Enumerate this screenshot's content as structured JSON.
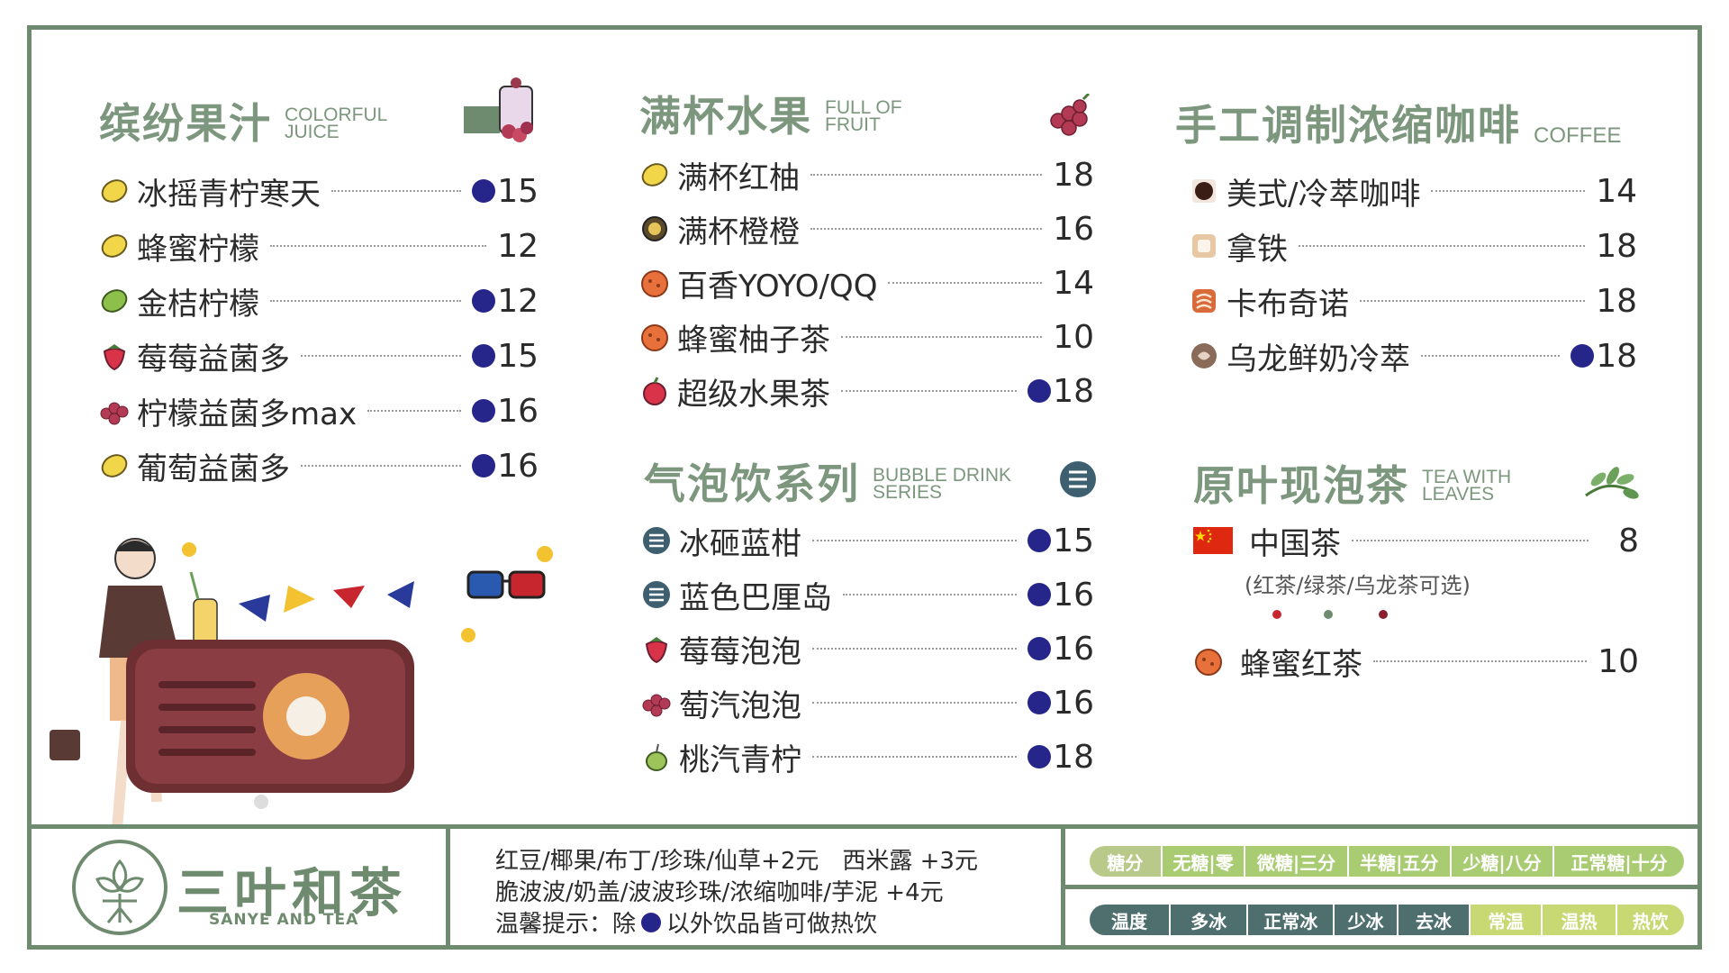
{
  "juice": {
    "title": "缤纷果汁",
    "title_en": "COLORFUL\nJUICE",
    "items": [
      {
        "name": "冰摇青柠寒天",
        "price": "15",
        "cold_only": true,
        "icon": "lemon-icon"
      },
      {
        "name": "蜂蜜柠檬",
        "price": "12",
        "cold_only": false,
        "icon": "lemon-icon"
      },
      {
        "name": "金桔柠檬",
        "price": "12",
        "cold_only": true,
        "icon": "lime-icon"
      },
      {
        "name": "莓莓益菌多",
        "price": "15",
        "cold_only": true,
        "icon": "strawberry-icon"
      },
      {
        "name": "柠檬益菌多max",
        "price": "16",
        "cold_only": true,
        "icon": "grape-icon"
      },
      {
        "name": "葡萄益菌多",
        "price": "16",
        "cold_only": true,
        "icon": "lemon-icon"
      }
    ]
  },
  "fruit": {
    "title": "满杯水果",
    "title_en": "FULL OF\nFRUIT",
    "items": [
      {
        "name": "满杯红柚",
        "price": "18",
        "cold_only": false,
        "icon": "lemon-icon"
      },
      {
        "name": "满杯橙橙",
        "price": "16",
        "cold_only": false,
        "icon": "passionfruit-icon"
      },
      {
        "name": "百香YOYO/QQ",
        "price": "14",
        "cold_only": false,
        "icon": "orange-icon"
      },
      {
        "name": "蜂蜜柚子茶",
        "price": "10",
        "cold_only": false,
        "icon": "orange-icon"
      },
      {
        "name": "超级水果茶",
        "price": "18",
        "cold_only": true,
        "icon": "apple-icon"
      }
    ]
  },
  "bubble": {
    "title": "气泡饮系列",
    "title_en": "BUBBLE DRINK\nSERIES",
    "items": [
      {
        "name": "冰砸蓝柑",
        "price": "15",
        "cold_only": true,
        "icon": "bubble-icon"
      },
      {
        "name": "蓝色巴厘岛",
        "price": "16",
        "cold_only": true,
        "icon": "bubble-icon"
      },
      {
        "name": "莓莓泡泡",
        "price": "16",
        "cold_only": true,
        "icon": "strawberry-icon"
      },
      {
        "name": "萄汽泡泡",
        "price": "16",
        "cold_only": true,
        "icon": "grape-icon"
      },
      {
        "name": "桃汽青柠",
        "price": "18",
        "cold_only": true,
        "icon": "peach-icon"
      }
    ]
  },
  "coffee": {
    "title": "手工调制浓缩咖啡",
    "title_en": "COFFEE",
    "items": [
      {
        "name": "美式/冷萃咖啡",
        "price": "14",
        "cold_only": false,
        "icon": "coffee-icon"
      },
      {
        "name": "拿铁",
        "price": "18",
        "cold_only": false,
        "icon": "latte-icon"
      },
      {
        "name": "卡布奇诺",
        "price": "18",
        "cold_only": false,
        "icon": "cappuccino-icon"
      },
      {
        "name": "乌龙鲜奶冷萃",
        "price": "18",
        "cold_only": true,
        "icon": "oolong-icon"
      }
    ]
  },
  "tea": {
    "title": "原叶现泡茶",
    "title_en": "TEA WITH\nLEAVES",
    "items": [
      {
        "name": "中国茶",
        "price": "8",
        "note": "(红茶/绿茶/乌龙茶可选)",
        "icon": "china-flag-icon"
      },
      {
        "name": "蜂蜜红茶",
        "price": "10",
        "icon": "orange-icon"
      }
    ]
  },
  "brand": {
    "name_cn": "三叶和茶",
    "name_en": "SANYE AND TEA"
  },
  "addons": {
    "line1": "红豆/椰果/布丁/珍珠/仙草+2元　西米露 +3元",
    "line2": "脆波波/奶盖/波波珍珠/浓缩咖啡/芋泥 +4元",
    "line3_prefix": "温馨提示：除",
    "line3_suffix": "以外饮品皆可做热饮"
  },
  "sugar": [
    "糖分",
    "无糖|零",
    "微糖|三分",
    "半糖|五分",
    "少糖|八分",
    "正常糖|十分"
  ],
  "temperature": [
    "温度",
    "多冰",
    "正常冰",
    "少冰",
    "去冰",
    "常温",
    "温热",
    "热饮"
  ],
  "colors": {
    "accent": "#6f8b6f",
    "title": "#7c977d",
    "cold_dot": "#25258a",
    "sugar_bar": "#a9cc72",
    "temp_dark": "#4f6f6f",
    "temp_light": "#c8d873"
  }
}
